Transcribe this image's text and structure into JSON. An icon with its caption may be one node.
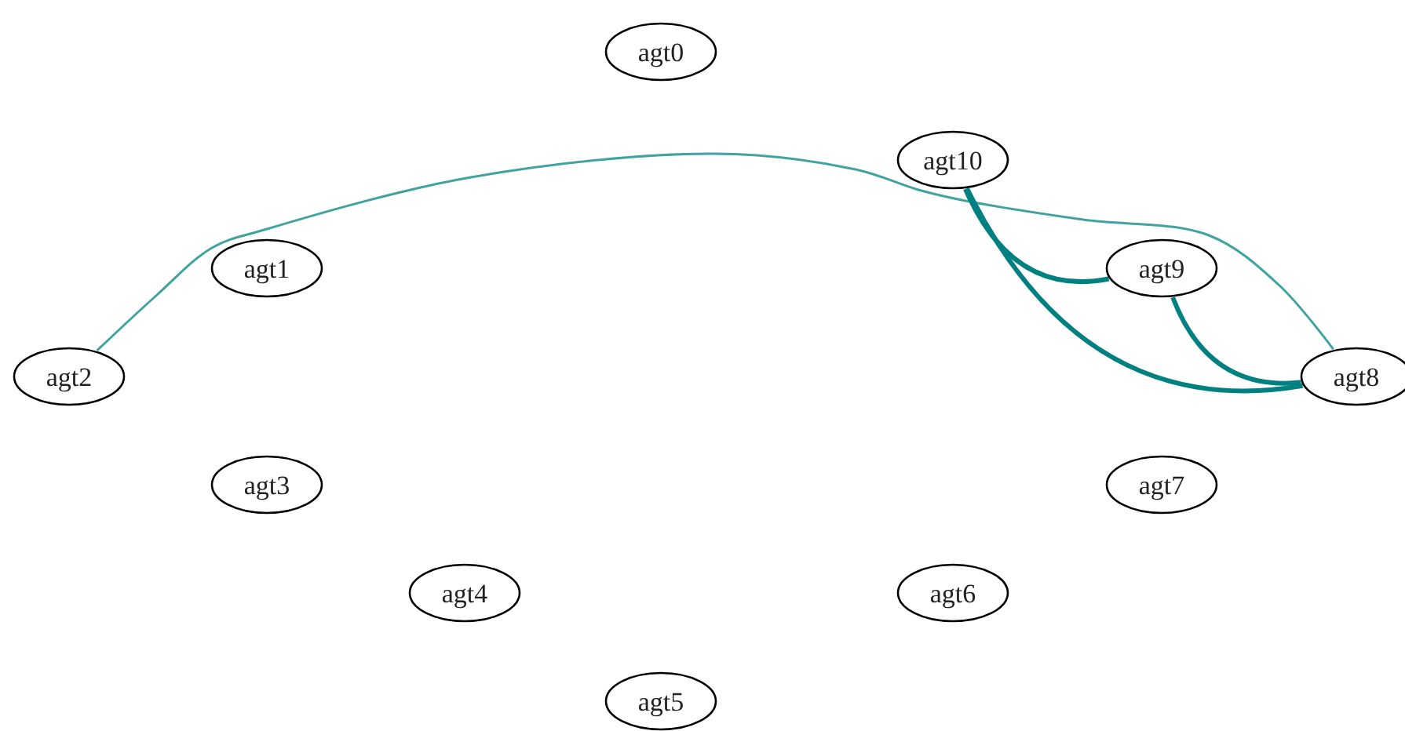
{
  "diagram": {
    "nodes": [
      {
        "text": [
          "agt0"
        ]
      },
      {
        "text": [
          "agt10"
        ]
      },
      {
        "text": [
          "agt1"
        ]
      },
      {
        "text": [
          "agt9"
        ]
      },
      {
        "text": [
          "agt2"
        ]
      },
      {
        "text": [
          "agt8"
        ]
      },
      {
        "text": [
          "agt3"
        ]
      },
      {
        "text": [
          "agt7"
        ]
      },
      {
        "text": [
          "agt4"
        ]
      },
      {
        "text": [
          "agt6"
        ]
      },
      {
        "text": [
          "agt5"
        ]
      }
    ],
    "edges": [
      {
        "from": 4,
        "to": 5,
        "arrow": "none",
        "color": "#40a3a0"
      },
      {
        "from": 1,
        "to": 3,
        "arrow": "none"
      },
      {
        "from": 1,
        "to": 5,
        "arrow": "none"
      },
      {
        "from": 3,
        "to": 5,
        "arrow": "none"
      }
    ]
  }
}
